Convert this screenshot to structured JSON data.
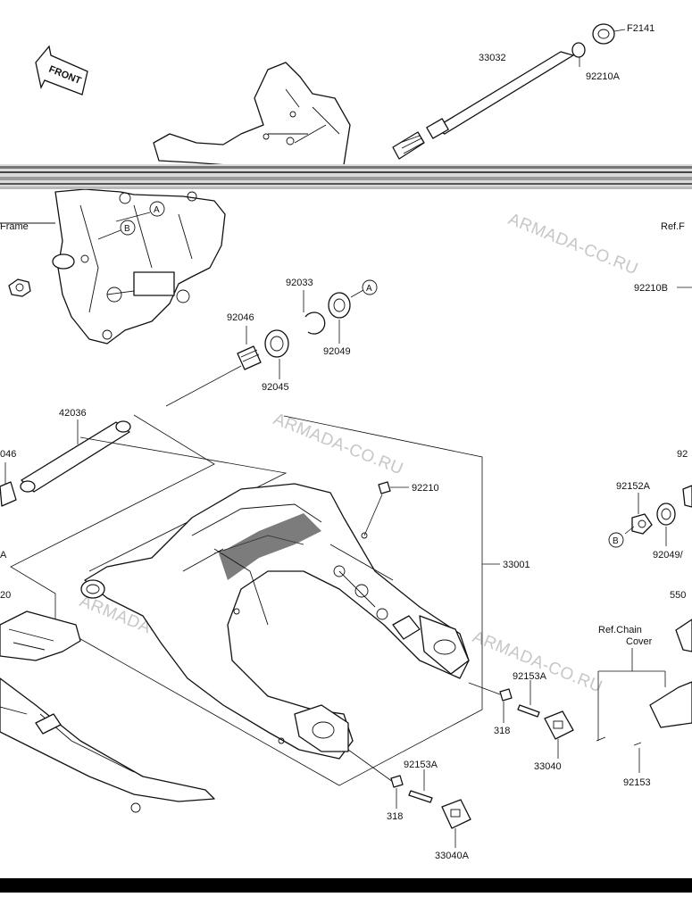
{
  "diagram": {
    "code": "F2141",
    "orientation": "FRONT",
    "watermark": "ARMADA-CO.RU",
    "refs": {
      "frame": "Frame",
      "right_edge": "Ref.F",
      "chain_cover_line1": "Ref.Chain",
      "chain_cover_line2": "Cover"
    },
    "callouts": {
      "a": "A",
      "b": "B"
    },
    "parts": {
      "p33032": "33032",
      "p92210A": "92210A",
      "p92210B": "92210B",
      "p92033": "92033",
      "p92046": "92046",
      "p92049": "92049",
      "p92045": "92045",
      "p42036": "42036",
      "p92046_left": "046",
      "p92210": "92210",
      "p33001": "33001",
      "p92152A": "92152A",
      "p92049A": "92049/",
      "p92_right": "92",
      "p550": "550",
      "p92153A_right": "92153A",
      "p318_right": "318",
      "p33040": "33040",
      "p92153": "92153",
      "p92153A_bottom": "92153A",
      "p318_bottom": "318",
      "p33040A": "33040A",
      "p20_left": "20",
      "pA_left": "A"
    }
  }
}
